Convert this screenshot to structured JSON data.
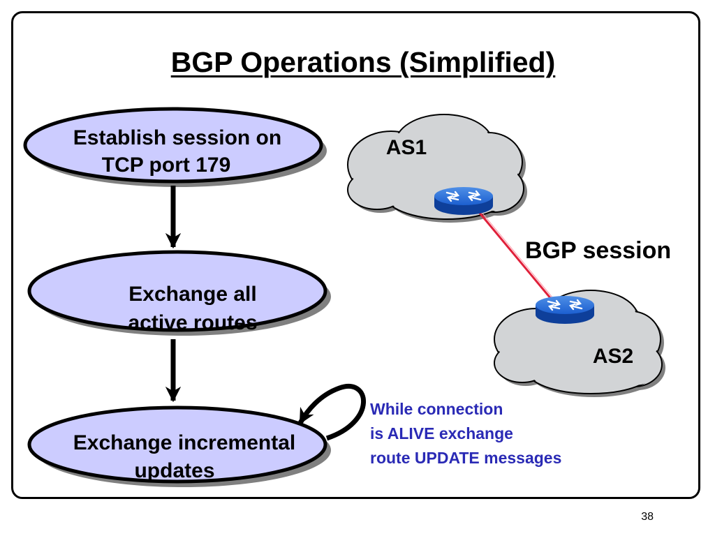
{
  "title": "BGP Operations (Simplified)",
  "steps": [
    {
      "line1": "Establish session on",
      "line2": "TCP port 179"
    },
    {
      "line1": "Exchange all",
      "line2": "active routes"
    },
    {
      "line1": "Exchange incremental",
      "line2": "updates"
    }
  ],
  "network": {
    "as1_label": "AS1",
    "as2_label": "AS2",
    "session_label": "BGP session"
  },
  "note": {
    "line1": "While connection",
    "line2": "is ALIVE exchange",
    "line3": "route UPDATE messages"
  },
  "page_number": "38",
  "colors": {
    "ellipse_fill": "#ccccff",
    "ellipse_shadow": "#808080",
    "cloud_fill": "#d2d4d6",
    "router_fill": "#1a5fcc",
    "session_line": "#e0203a",
    "note_text": "#2a2ab5"
  }
}
